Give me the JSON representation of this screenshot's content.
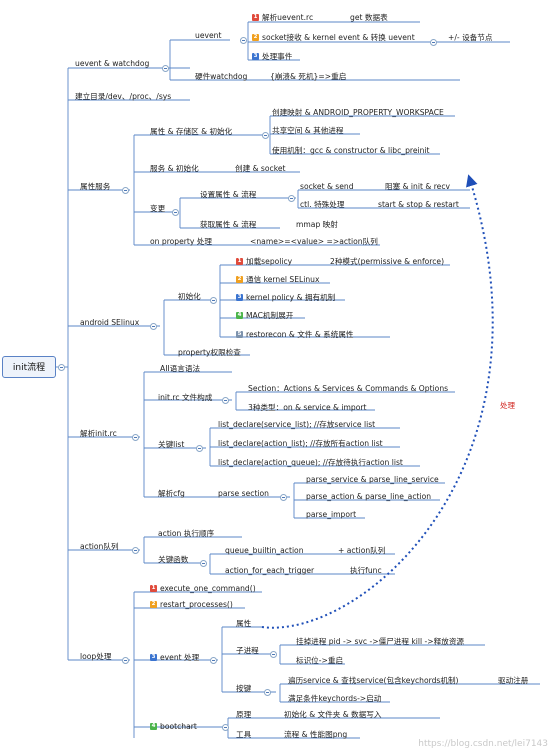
{
  "colors": {
    "line": "#5b87c7",
    "arrow": "#1f4fb8",
    "badge_red": "#e04b3c",
    "badge_orange": "#f0a020",
    "badge_blue": "#3b74d0",
    "badge_green": "#4bb44b",
    "badge_slate": "#7d93ad"
  },
  "root": {
    "label": "init流程"
  },
  "uevent": {
    "label": "uevent & watchdog",
    "child_uevent": "uevent",
    "items": [
      {
        "badge": "1",
        "text": "解析uevent.rc",
        "extra": "get 数据表"
      },
      {
        "badge": "2",
        "text": "socket接收 & kernel event & 转换 uevent",
        "extra": "+/- 设备节点"
      },
      {
        "badge": "3",
        "text": "处理事件"
      }
    ],
    "hw": "硬件watchdog",
    "hw_extra": "{崩溃& 死机}=>重启"
  },
  "mkdir": {
    "label": "建立目录/dev、/proc、/sys"
  },
  "prop": {
    "label": "属性服务",
    "storage": "属性 & 存储区 & 初始化",
    "storage_items": [
      "创建映射 & ANDROID_PROPERTY_WORKSPACE",
      "共享空间 & 其他进程",
      "使用机制：gcc & constructor & libc_preinit"
    ],
    "svc_init": "服务 & 初始化",
    "svc_init_extra": "创建 & socket",
    "change": "变更",
    "set": "设置属性 & 流程",
    "set_items": [
      {
        "text": "socket & send",
        "extra": "阻塞 & init & recv"
      },
      {
        "text": "ctl. 特殊处理",
        "extra": "start & stop & restart"
      }
    ],
    "get": "获取属性 & 流程",
    "get_extra": "mmap 映射",
    "on": "on property 处理",
    "on_extra": "<name>=<value> =>action队列"
  },
  "selinux": {
    "label": "android SElinux",
    "init": "初始化",
    "items": [
      {
        "badge": "1",
        "text": "加载sepolicy",
        "extra": "2种模式(permissive & enforce)"
      },
      {
        "badge": "2",
        "text": "通信 kernel SELinux"
      },
      {
        "badge": "3",
        "text": "kernel policy & 拥有机制"
      },
      {
        "badge": "4",
        "text": "MAC机制展开"
      },
      {
        "badge": "5",
        "text": "restorecon & 文件 & 系统属性"
      }
    ],
    "check": "property权限检查"
  },
  "parse": {
    "label": "解析init.rc",
    "aii": "AII语言语法",
    "file": "init.rc 文件构成",
    "file_items": [
      "Section：Actions & Services & Commands & Options",
      "3种类型：on & service & import"
    ],
    "keylist": "关键list",
    "keylist_items": [
      "list_declare(service_list);    //存放service list",
      "list_declare(action_list);    //存放所有action list",
      "list_declare(action_queue);    //存放待执行action list"
    ],
    "cfg": "解析cfg",
    "section": "parse section",
    "section_items": [
      "parse_service & parse_line_service",
      "parse_action & parse_line_action",
      "parse_import"
    ]
  },
  "action": {
    "label": "action队列",
    "order": "action 执行顺序",
    "keyfn": "关键函数",
    "fns": [
      {
        "text": "queue_builtin_action",
        "extra": "+ action队列"
      },
      {
        "text": "action_for_each_trigger",
        "extra": "执行func"
      }
    ]
  },
  "loop": {
    "label": "loop处理",
    "b1": "execute_one_command()",
    "b2": "restart_processes()",
    "b3": "event 处理",
    "ev_prop": "属性",
    "ev_child": "子进程",
    "child_items": [
      "挂掉进程 pid -> svc ->僵尸进程 kill ->释放资源",
      "标识位->重启"
    ],
    "ev_key": "按键",
    "key_items": [
      {
        "text": "遍历service & 查找service(包含keychords机制)",
        "extra": "驱动注册"
      },
      {
        "text": "满足条件keychords->启动"
      }
    ],
    "b4": "bootchart",
    "boot_items": [
      {
        "text": "原理",
        "extra": "初始化 & 文件夹 & 数据写入"
      },
      {
        "text": "工具",
        "extra": "流程 & 性能图png"
      }
    ]
  },
  "edge_note": "处理",
  "watermark": "https://blog.csdn.net/lei7143"
}
